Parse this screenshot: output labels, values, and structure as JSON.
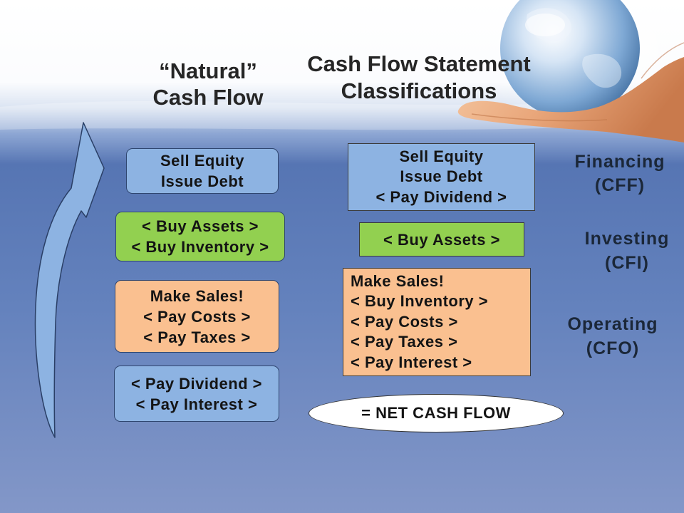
{
  "titles": {
    "natural": {
      "line1": "“Natural”",
      "line2": "Cash Flow"
    },
    "statement": {
      "line1": "Cash Flow Statement",
      "line2": "Classifications"
    }
  },
  "natural_flow": {
    "boxes": [
      {
        "category": "financing",
        "lines": [
          "Sell Equity",
          "Issue Debt"
        ]
      },
      {
        "category": "investing",
        "lines": [
          "< Buy Assets >",
          "< Buy Inventory >"
        ]
      },
      {
        "category": "operating",
        "lines": [
          "Make Sales!",
          "< Pay Costs >",
          "< Pay Taxes >"
        ]
      },
      {
        "category": "financing",
        "lines": [
          "< Pay Dividend >",
          "< Pay Interest >"
        ]
      }
    ]
  },
  "statement": {
    "boxes": [
      {
        "category": "financing",
        "lines": [
          "Sell Equity",
          "Issue Debt",
          "< Pay Dividend >"
        ]
      },
      {
        "category": "investing",
        "lines": [
          "< Buy Assets >"
        ]
      },
      {
        "category": "operating",
        "lines": [
          "Make Sales!",
          "< Buy Inventory >",
          "< Pay Costs >",
          "< Pay Taxes >",
          "< Pay Interest >"
        ]
      }
    ],
    "net": "= NET CASH FLOW"
  },
  "categories": [
    {
      "name": "Financing",
      "code": "(CFF)"
    },
    {
      "name": "Investing",
      "code": "(CFI)"
    },
    {
      "name": "Operating",
      "code": "(CFO)"
    }
  ],
  "colors": {
    "financing_box": "#8db3e2",
    "investing_box": "#92d050",
    "operating_box": "#fac090",
    "net_ellipse": "#ffffff",
    "arrow": "#8db3e2"
  },
  "icons": {
    "cycle_arrow": "curved-up-arrow-icon",
    "decoration": "globe-in-hand-image"
  }
}
